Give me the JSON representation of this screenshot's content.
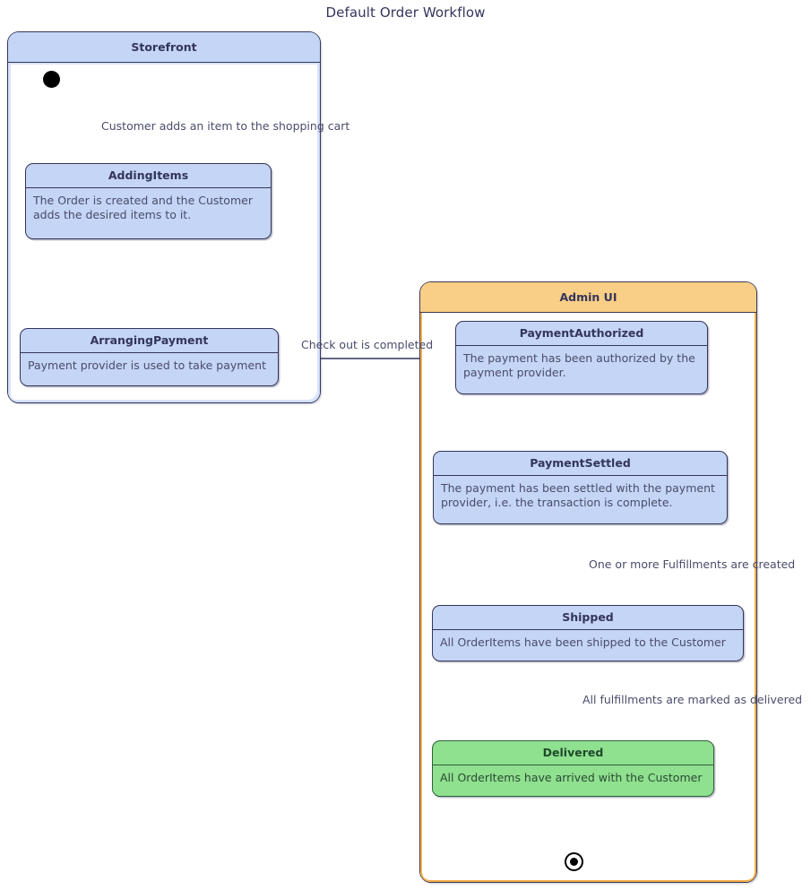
{
  "diagram": {
    "title": "Default Order Workflow",
    "type": "uml-state-machine",
    "colors": {
      "state_fill": "#c5d5f5",
      "state_border": "#33355c",
      "final_state_fill": "#8fe08f",
      "storefront_header_fill": "#c5d5f5",
      "adminui_header_fill": "#f9ce86",
      "adminui_border": "#f2ae4b",
      "edge_stroke": "#33355c",
      "text": "#4a4c6b"
    }
  },
  "regions": [
    {
      "id": "storefront",
      "label": "Storefront"
    },
    {
      "id": "adminui",
      "label": "Admin UI"
    }
  ],
  "states": [
    {
      "id": "addingitems",
      "region": "storefront",
      "name": "AddingItems",
      "description": "The Order is created and the Customer adds the desired items to it."
    },
    {
      "id": "arrangingpayment",
      "region": "storefront",
      "name": "ArrangingPayment",
      "description": "Payment provider is used to take payment"
    },
    {
      "id": "paymentauthorized",
      "region": "adminui",
      "name": "PaymentAuthorized",
      "description": "The payment has been authorized by the payment provider."
    },
    {
      "id": "paymentsettled",
      "region": "adminui",
      "name": "PaymentSettled",
      "description": "The payment has been settled with the payment provider, i.e. the transaction is complete."
    },
    {
      "id": "shipped",
      "region": "adminui",
      "name": "Shipped",
      "description": "All OrderItems have been shipped to the Customer"
    },
    {
      "id": "delivered",
      "region": "adminui",
      "name": "Delivered",
      "description": "All OrderItems have arrived with the Customer",
      "final": true
    }
  ],
  "transitions": [
    {
      "id": "t1",
      "from": "initial",
      "to": "addingitems",
      "label": "Customer adds an item to the shopping cart"
    },
    {
      "id": "t2",
      "from": "addingitems",
      "to": "arrangingpayment",
      "label": ""
    },
    {
      "id": "t3",
      "from": "arrangingpayment",
      "to": "paymentauthorized",
      "label": "Check out is completed"
    },
    {
      "id": "t4",
      "from": "paymentauthorized",
      "to": "paymentsettled",
      "label": ""
    },
    {
      "id": "t5",
      "from": "paymentsettled",
      "to": "shipped",
      "label": "One or more Fulfillments are created"
    },
    {
      "id": "t6",
      "from": "shipped",
      "to": "delivered",
      "label": "All fulfillments are marked as delivered"
    },
    {
      "id": "t7",
      "from": "delivered",
      "to": "final",
      "label": ""
    }
  ],
  "pseudostates": [
    {
      "id": "initial",
      "kind": "initial-node",
      "region": "storefront"
    },
    {
      "id": "final",
      "kind": "final-node",
      "region": "adminui"
    }
  ]
}
